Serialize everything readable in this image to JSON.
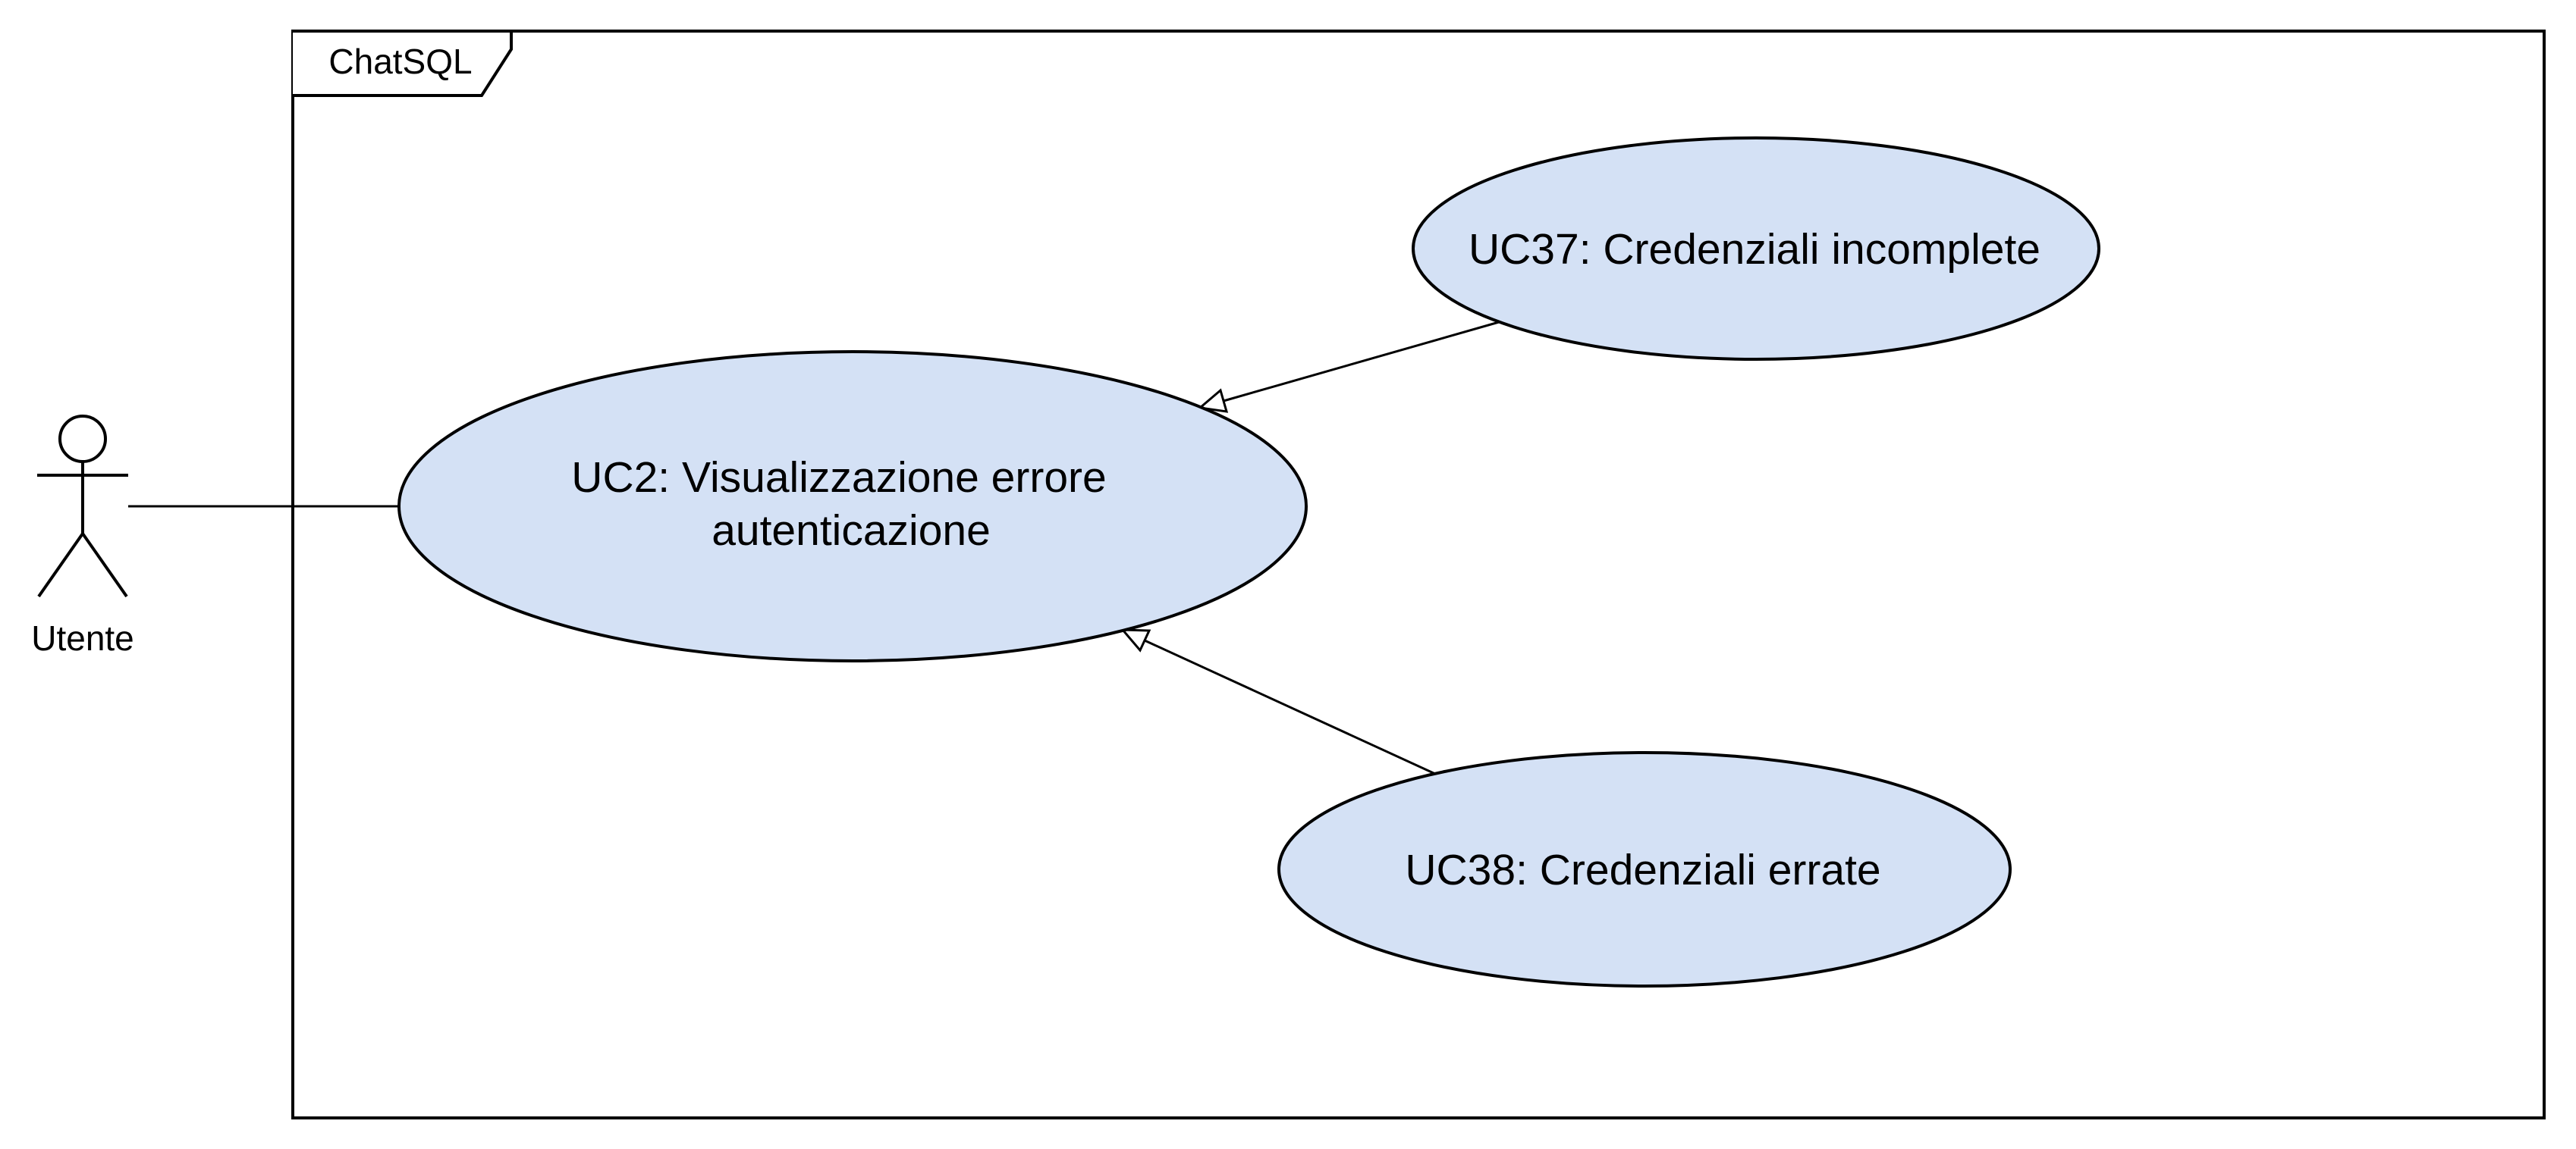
{
  "system": {
    "name": "ChatSQL"
  },
  "actor": {
    "name": "Utente"
  },
  "use_cases": {
    "uc2": {
      "line1": "UC2: Visualizzazione errore",
      "line2": "autenticazione"
    },
    "uc37": {
      "label": "UC37: Credenziali incomplete"
    },
    "uc38": {
      "label": "UC38: Credenziali errate"
    }
  },
  "colors": {
    "use_case_fill": "#D4E1F5",
    "stroke": "#000000",
    "background": "#FFFFFF"
  }
}
